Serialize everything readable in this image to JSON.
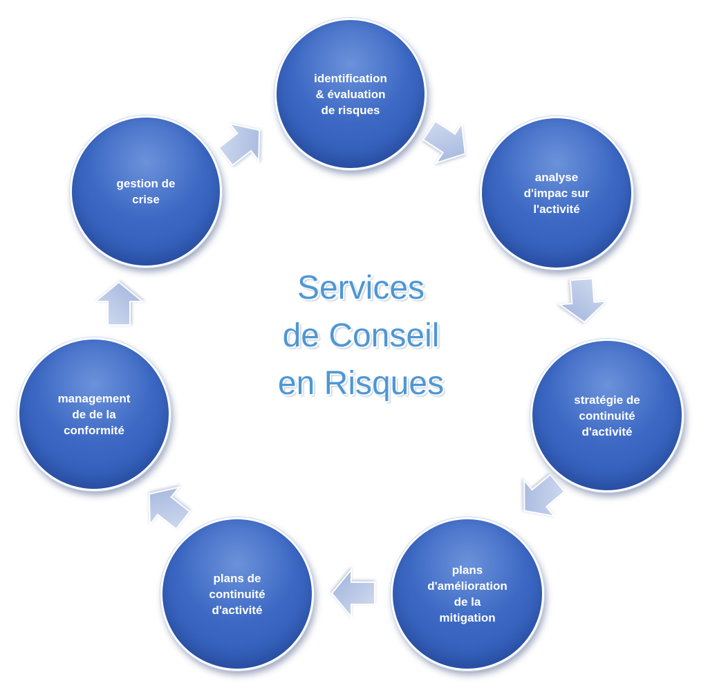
{
  "title": "Services\nde Conseil\nen Risques",
  "nodes": [
    {
      "id": "identification",
      "label": "identification\n& évaluation\nde risques"
    },
    {
      "id": "analyse",
      "label": "analyse\nd'impac sur\nl'activité"
    },
    {
      "id": "strategie",
      "label": "stratégie de\ncontinuité\nd'activité"
    },
    {
      "id": "plans-amelioration",
      "label": "plans\nd'amélioration\nde la\nmitigation"
    },
    {
      "id": "plans-continuite",
      "label": "plans de\ncontinuité\nd'activité"
    },
    {
      "id": "management",
      "label": "management\nde de la\nconformité"
    },
    {
      "id": "gestion",
      "label": "gestion de\ncrise"
    }
  ],
  "colors": {
    "node_fill": "#3d69c4",
    "node_highlight": "#6b92da",
    "arrow_fill": "#b4c3e3",
    "title": "#4e97d4"
  },
  "icons": [
    "arrow-icon"
  ]
}
